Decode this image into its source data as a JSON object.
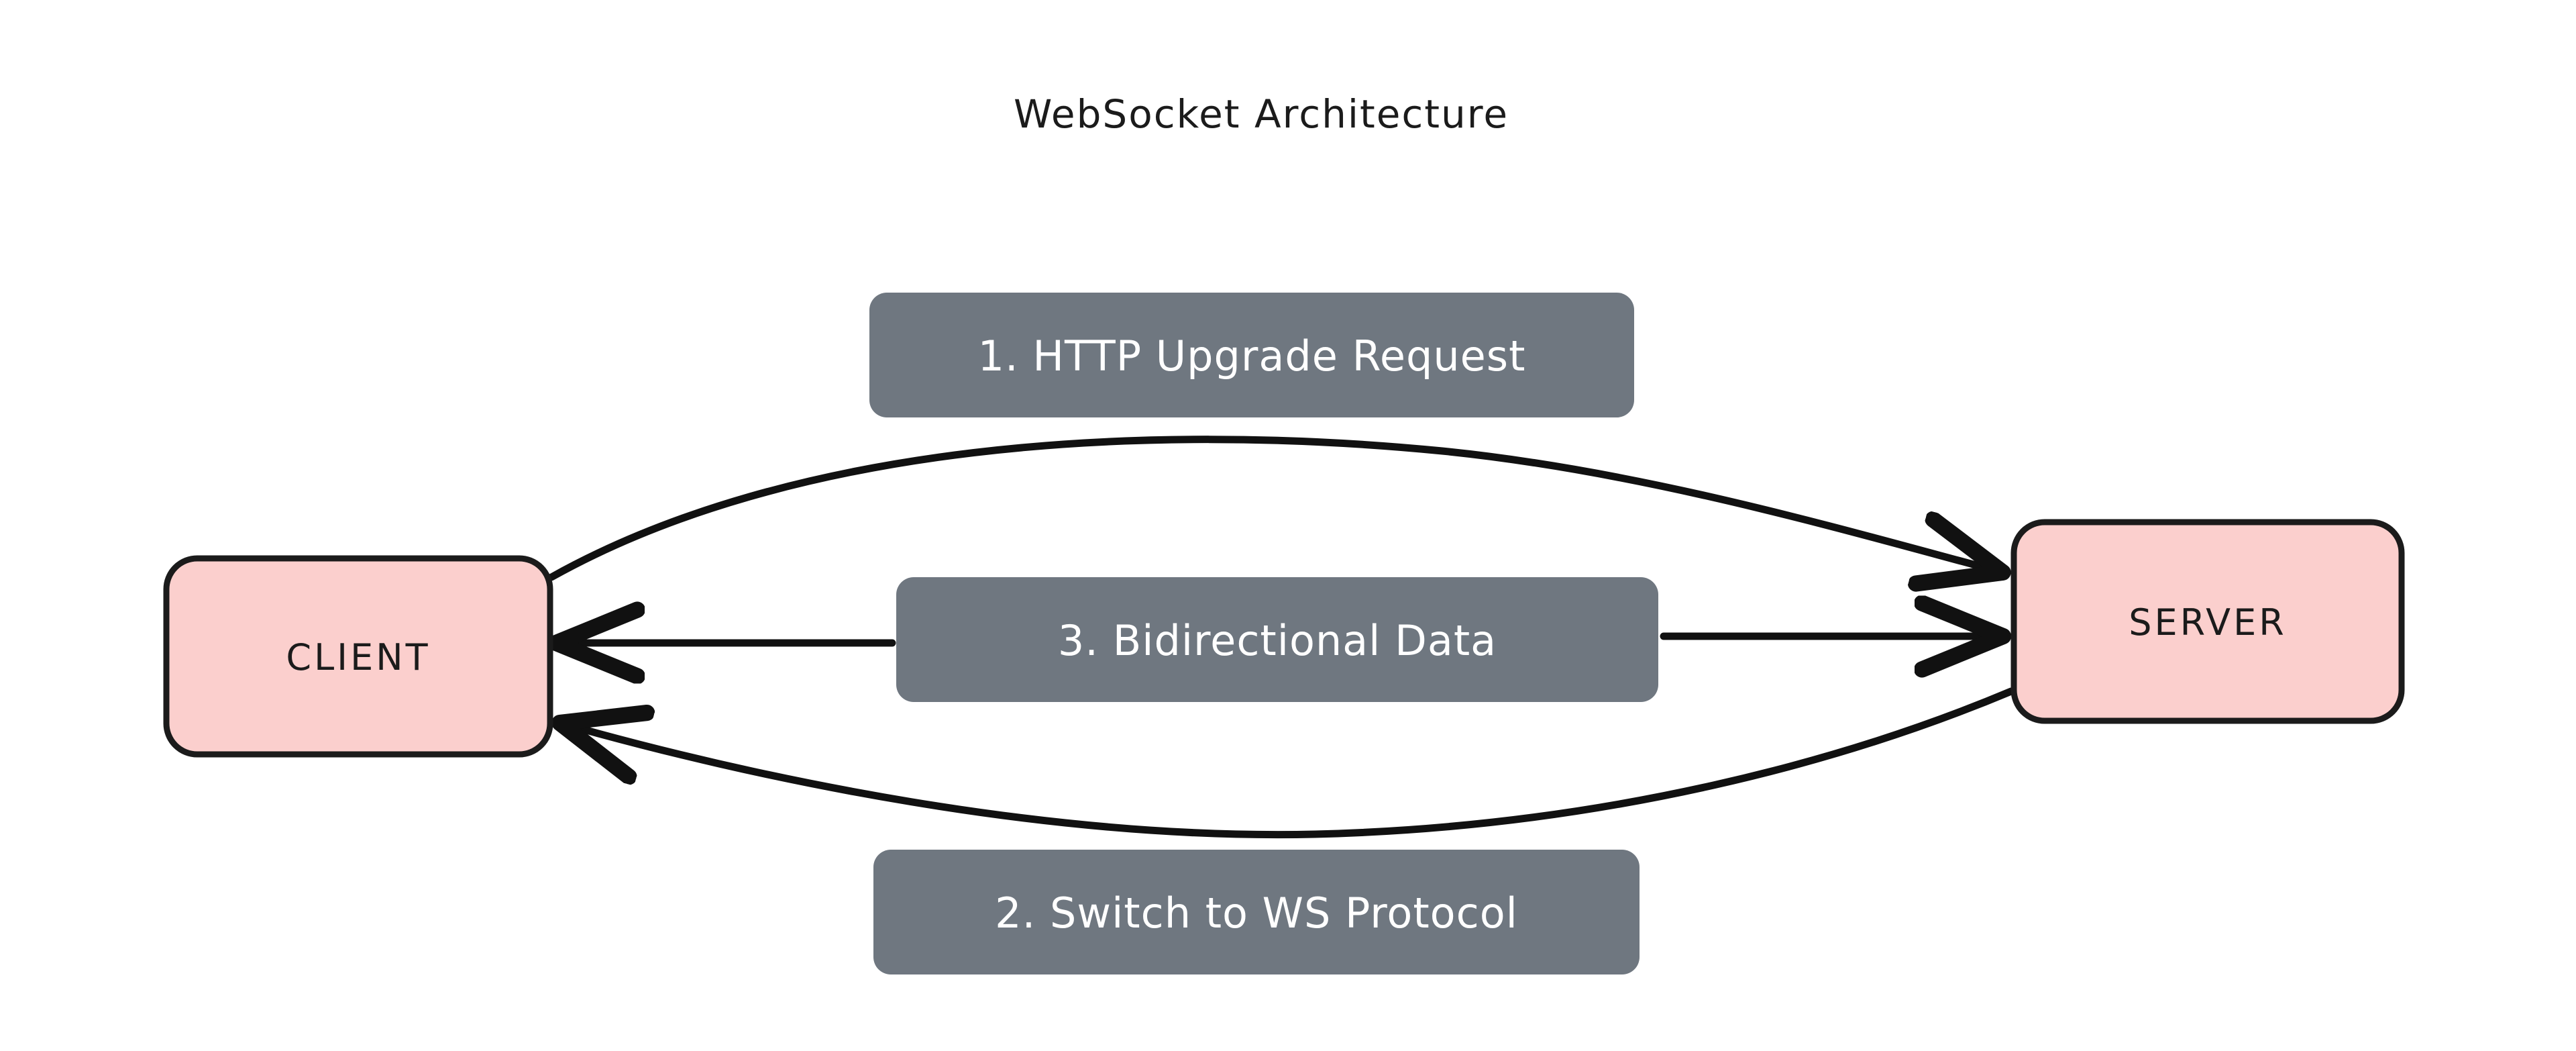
{
  "diagram": {
    "title": "WebSocket Architecture",
    "background_color": "#ffffff",
    "node_fill_color": "#fbcfcd",
    "node_stroke_color": "#1b1b1b",
    "edge_label_fill_color": "#6f7780",
    "edge_label_text_color": "#ffffff",
    "edge_stroke_color": "#111111",
    "nodes": [
      {
        "id": "client",
        "label": "CLIENT"
      },
      {
        "id": "server",
        "label": "SERVER"
      }
    ],
    "edges": [
      {
        "id": "edge-1",
        "label": "1. HTTP Upgrade Request",
        "from": "client",
        "to": "server",
        "direction": "client-to-server",
        "shape": "curved-top"
      },
      {
        "id": "edge-3",
        "label": "3. Bidirectional Data",
        "from": "client",
        "to": "server",
        "direction": "bidirectional",
        "shape": "straight"
      },
      {
        "id": "edge-2",
        "label": "2. Switch to WS Protocol",
        "from": "server",
        "to": "client",
        "direction": "server-to-client",
        "shape": "curved-bottom"
      }
    ]
  }
}
